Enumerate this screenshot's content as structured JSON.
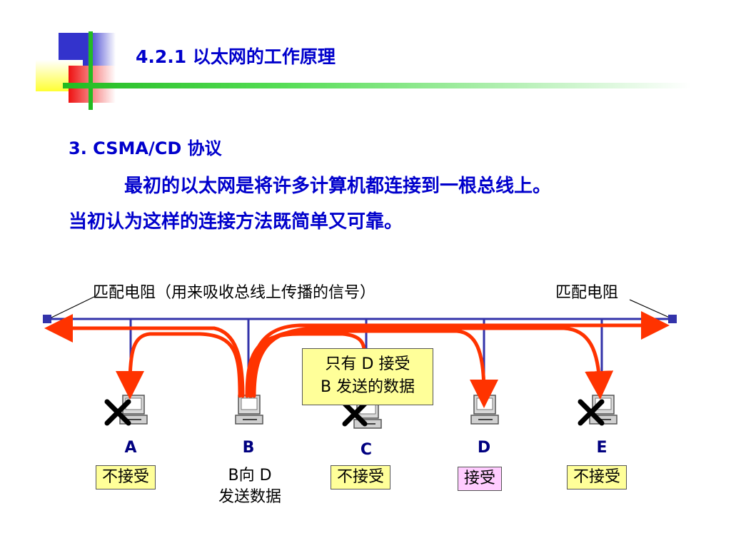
{
  "header": {
    "title": "4.2.1  以太网的工作原理"
  },
  "section": {
    "heading": "3. CSMA/CD 协议",
    "paragraph_line1": "最初的以太网是将许多计算机都连接到一根总线上。",
    "paragraph_line2": "当初认为这样的连接方法既简单又可靠。"
  },
  "diagram": {
    "terminator_left_label": "匹配电阻（用来吸收总线上传播的信号）",
    "terminator_right_label": "匹配电阻",
    "callout_line1": "只有 D 接受",
    "callout_line2": "B 发送的数据",
    "nodes": [
      {
        "letter": "A",
        "status": "不接受",
        "rejected": true
      },
      {
        "letter": "B",
        "status_line1": "B向 D",
        "status_line2": "发送数据",
        "sender": true
      },
      {
        "letter": "C",
        "status": "不接受",
        "rejected": true
      },
      {
        "letter": "D",
        "status": "接受",
        "accepted": true
      },
      {
        "letter": "E",
        "status": "不接受",
        "rejected": true
      }
    ],
    "colors": {
      "bus": "#3333aa",
      "signal": "#ff3300",
      "callout_bg": "#ffff99",
      "accept_bg": "#ffccff"
    }
  }
}
